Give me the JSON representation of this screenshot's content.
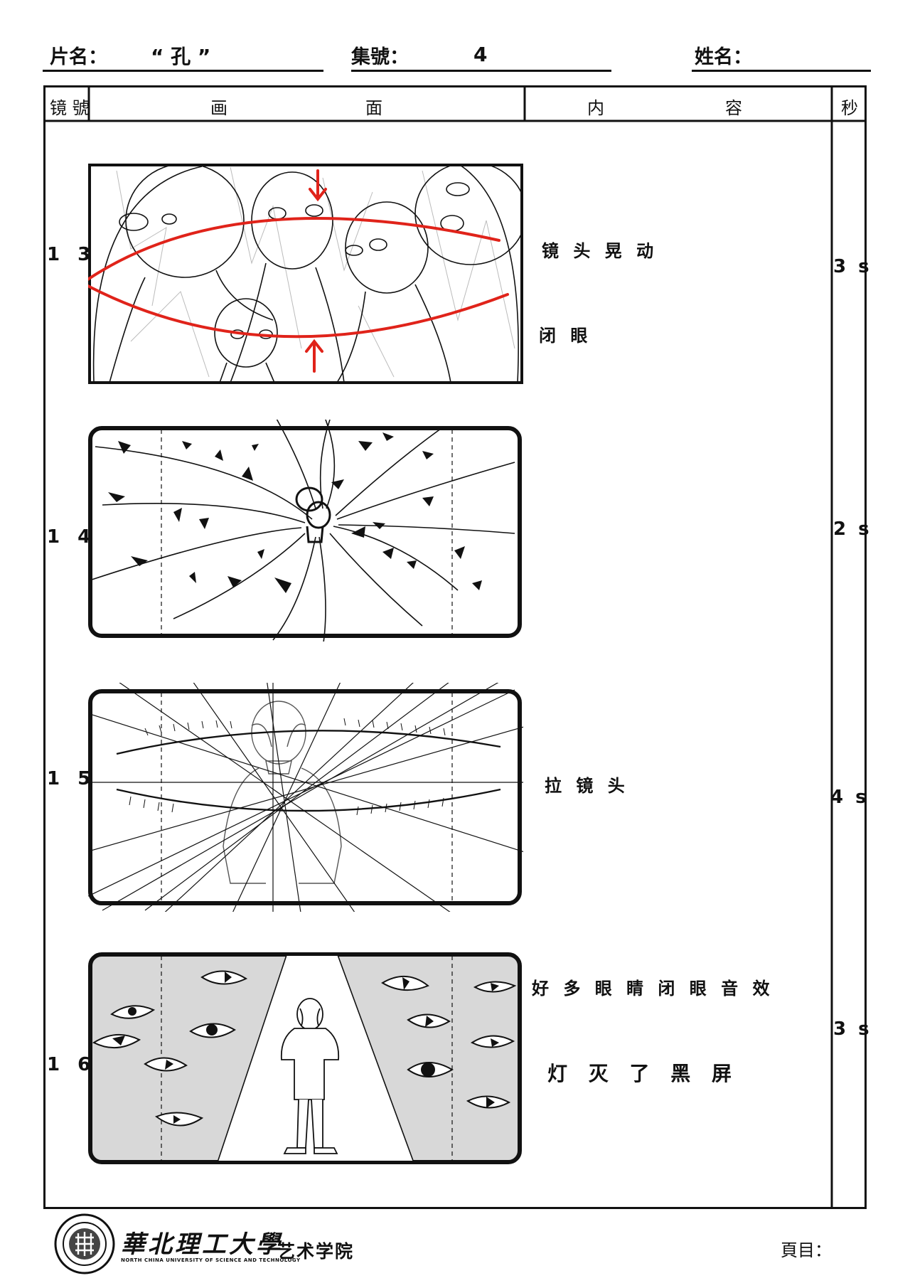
{
  "header": {
    "title_label": "片名：",
    "title_value": "“ 孔 ”",
    "episode_label": "集號：",
    "episode_value": "4",
    "name_label": "姓名：",
    "name_value": ""
  },
  "columns": {
    "shot": "镜 號",
    "picture_1": "画",
    "picture_2": "面",
    "content_1": "内",
    "content_2": "容",
    "seconds": "秒"
  },
  "shots": [
    {
      "number": "1 3",
      "notes": [
        "镜 头 晃 动",
        "闭 眼"
      ],
      "seconds": "3 s"
    },
    {
      "number": "1 4",
      "notes": [],
      "seconds": "2 s"
    },
    {
      "number": "1 5",
      "notes": [
        "拉 镜 头"
      ],
      "seconds": "4 s"
    },
    {
      "number": "1 6",
      "notes": [
        "好 多 眼 睛 闭 眼 音 效",
        "灯 灭 了 黑 屏"
      ],
      "seconds": "3 s"
    }
  ],
  "footer": {
    "school_cn": "華北理工大學",
    "school_en": "NORTH CHINA UNIVERSITY OF SCIENCE AND TECHNOLOGY",
    "college": "艺术学院",
    "page_label": "頁目："
  }
}
